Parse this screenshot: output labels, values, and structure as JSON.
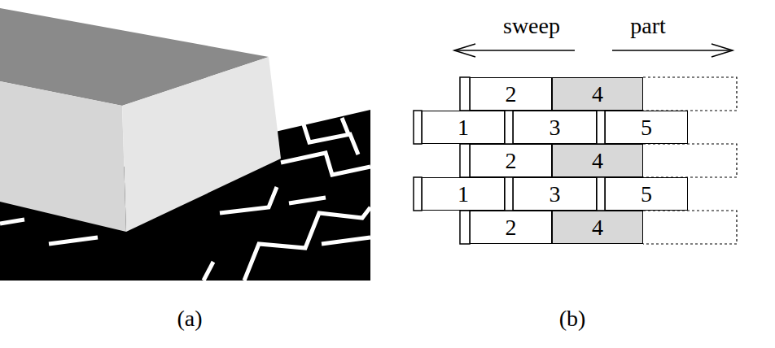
{
  "diagram": {
    "nodes": [
      {
        "text": [
          "2"
        ]
      },
      {
        "text": [
          "4"
        ]
      },
      {
        "text": [
          "1"
        ]
      },
      {
        "text": [
          "3"
        ]
      },
      {
        "text": [
          "5"
        ]
      },
      {
        "text": [
          "2"
        ]
      },
      {
        "text": [
          "4"
        ]
      },
      {
        "text": [
          "1"
        ]
      },
      {
        "text": [
          "3"
        ]
      },
      {
        "text": [
          "5"
        ]
      },
      {
        "text": [
          "2"
        ]
      },
      {
        "text": [
          "4"
        ]
      }
    ],
    "labels": [
      "sweep",
      "part",
      "(a)",
      "(b)"
    ]
  }
}
